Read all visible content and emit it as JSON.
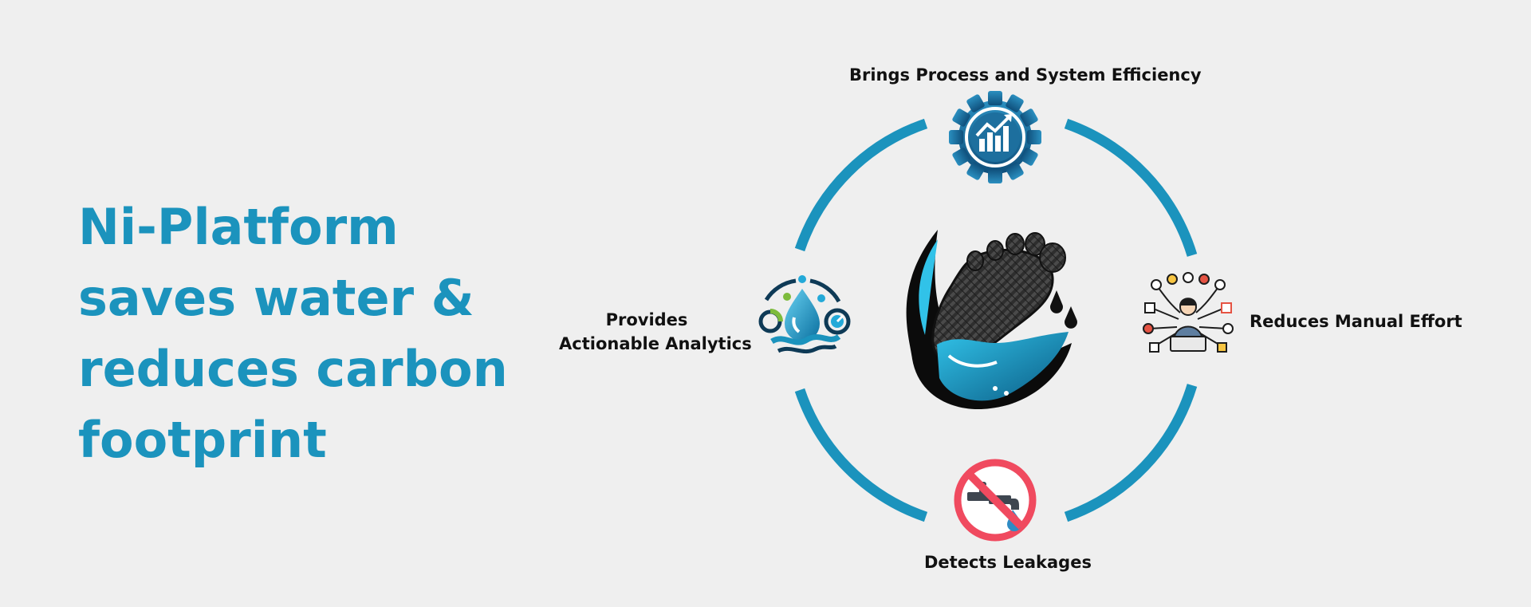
{
  "headline": {
    "lines": [
      "Ni-Platform",
      "saves water &",
      "reduces carbon",
      "footprint"
    ]
  },
  "cycle": {
    "ring_color": "#1b93bd",
    "center": {
      "icon": "water-drop-footprint-icon"
    },
    "nodes": [
      {
        "position": "top",
        "label": "Brings Process and System Efficiency",
        "icon": "gear-growth-chart-icon"
      },
      {
        "position": "right",
        "label": "Reduces Manual Effort",
        "icon": "multitasking-person-icon"
      },
      {
        "position": "bottom",
        "label": "Detects Leakages",
        "icon": "no-dripping-tap-icon",
        "icon_color": "#f04a5f"
      },
      {
        "position": "left",
        "label_lines": [
          "Provides",
          "Actionable Analytics"
        ],
        "icon": "water-analytics-icon"
      }
    ]
  }
}
